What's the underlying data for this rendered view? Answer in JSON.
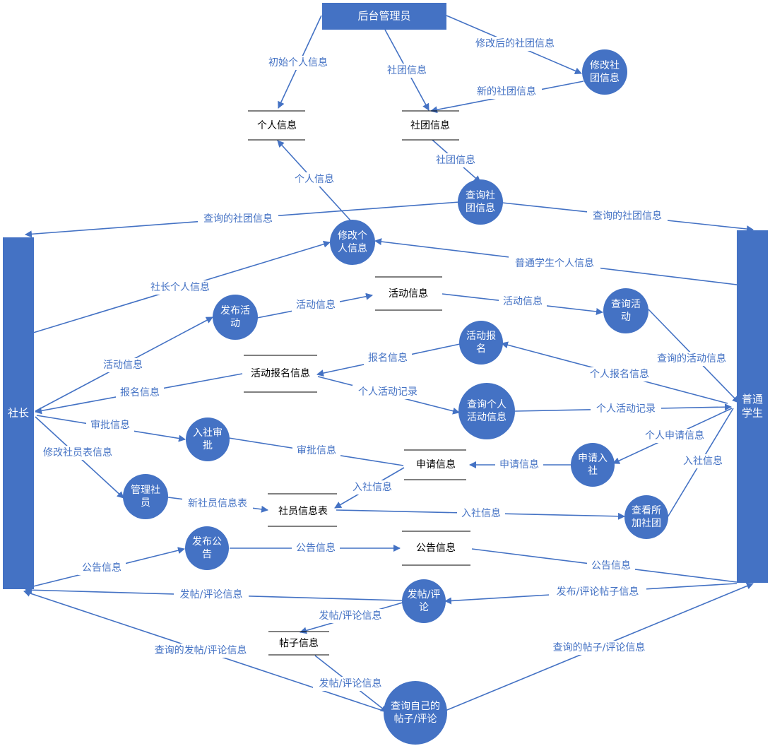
{
  "entities": {
    "admin": "后台管理员",
    "president": "社长",
    "student": "普通学生"
  },
  "processes": {
    "modify_club": [
      "修改社",
      "团信息"
    ],
    "query_club": [
      "查询社",
      "团信息"
    ],
    "modify_personal": [
      "修改个",
      "人信息"
    ],
    "publish_activity": [
      "发布活",
      "动"
    ],
    "query_activity": [
      "查询活",
      "动"
    ],
    "activity_signup": [
      "活动报",
      "名"
    ],
    "query_personal_activity": [
      "查询个人",
      "活动信息"
    ],
    "join_approve": [
      "入社审",
      "批"
    ],
    "apply_join": [
      "申请入",
      "社"
    ],
    "manage_members": [
      "管理社",
      "员"
    ],
    "view_joined": [
      "查看所",
      "加社团"
    ],
    "publish_notice": [
      "发布公",
      "告"
    ],
    "post_comment": [
      "发帖/评",
      "论"
    ],
    "query_own_posts": [
      "查询自己的",
      "帖子/评论"
    ]
  },
  "stores": {
    "personal_info": "个人信息",
    "club_info": "社团信息",
    "activity_info": "活动信息",
    "activity_signup_info": "活动报名信息",
    "application_info": "申请信息",
    "member_table": "社员信息表",
    "notice_info": "公告信息",
    "post_info": "帖子信息"
  },
  "flows": {
    "f01": "初始个人信息",
    "f02": "社团信息",
    "f03": "修改后的社团信息",
    "f04": "新的社团信息",
    "f05": "社团信息",
    "f06": "个人信息",
    "f07": "查询的社团信息",
    "f08": "查询的社团信息",
    "f09": "普通学生个人信息",
    "f10": "社长个人信息",
    "f11": "活动信息",
    "f12": "活动信息",
    "f13": "查询的活动信息",
    "f14": "报名信息",
    "f15": "个人报名信息",
    "f16": "活动信息",
    "f17": "报名信息",
    "f18": "个人活动记录",
    "f19": "个人活动记录",
    "f20": "审批信息",
    "f21": "审批信息",
    "f22": "个人申请信息",
    "f23": "申请信息",
    "f24": "入社信息",
    "f25": "修改社员表信息",
    "f26": "新社员信息表",
    "f27": "入社信息",
    "f28": "入社信息",
    "f29": "公告信息",
    "f30": "公告信息",
    "f31": "公告信息",
    "f32": "发帖/评论信息",
    "f33": "发布/评论帖子信息",
    "f34": "发帖/评论信息",
    "f35": "查询的发帖/评论信息",
    "f36": "发帖/评论信息",
    "f37": "查询的帖子/评论信息"
  },
  "colors": {
    "shape_fill": "#4472C4",
    "label_text": "#4472C4",
    "store_text": "#000000"
  }
}
